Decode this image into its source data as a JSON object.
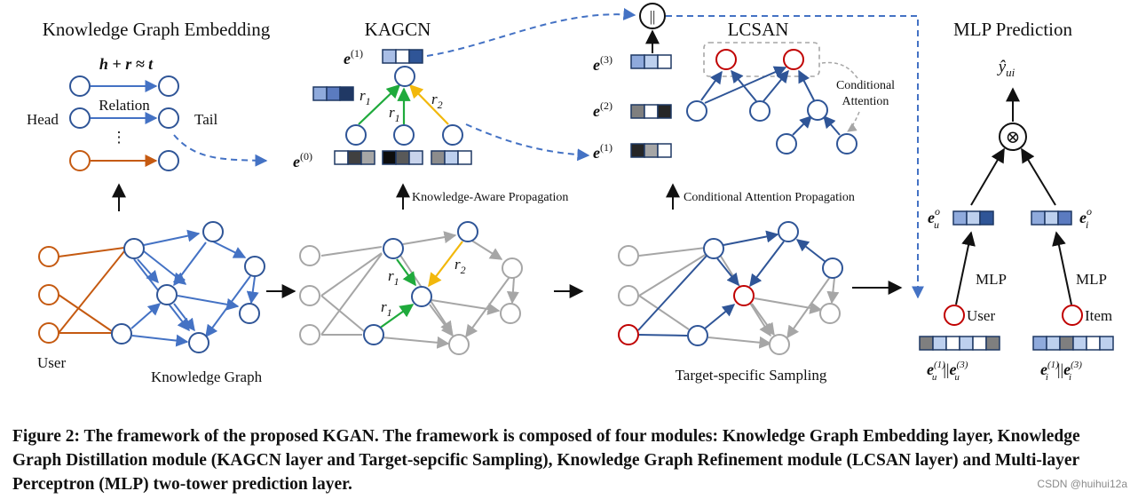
{
  "titles": {
    "kge": "Knowledge Graph Embedding",
    "kagcn": "KAGCN",
    "lcsan": "LCSAN",
    "mlp": "MLP Prediction"
  },
  "kge": {
    "formula": "h + r ≈ t",
    "relation": "Relation",
    "head": "Head",
    "tail": "Tail",
    "dots": "⋮"
  },
  "bottom": {
    "user": "User",
    "knowledge_graph": "Knowledge Graph",
    "knowledge_aware": "Knowledge-Aware Propagation",
    "conditional_attention_prop": "Conditional Attention Propagation",
    "target_sampling": "Target-specific Sampling"
  },
  "kagcn": {
    "e1_base": "e",
    "e1_sup": "(1)",
    "e0_base": "e",
    "e0_sup": "(0)",
    "r1": "r",
    "r1_sub": "1",
    "r2": "r",
    "r2_sub": "2"
  },
  "lcsan": {
    "concat": "||",
    "e3_base": "e",
    "e3_sup": "(3)",
    "e2_base": "e",
    "e2_sup": "(2)",
    "e1_base": "e",
    "e1_sup": "(1)",
    "cond_line1": "Conditional",
    "cond_line2": "Attention"
  },
  "mlp": {
    "yhat": "ŷ",
    "yhat_sub": "ui",
    "otimes": "⊗",
    "eu_base": "e",
    "eu_sub": "u",
    "eu_sup": "o",
    "ei_base": "e",
    "ei_sub": "i",
    "ei_sup": "o",
    "mlp_left": "MLP",
    "mlp_right": "MLP",
    "user": "User",
    "item": "Item",
    "concat_u": "e(1)u||e(3)u",
    "concat_i": "e(1)i||e(3)i"
  },
  "colors": {
    "blue": "#4472C4",
    "dark_blue": "#2F5597",
    "orange": "#C55A11",
    "green": "#1FAA3C",
    "yellow": "#F2B80C",
    "gray": "#A6A6A6",
    "red": "#C00000"
  },
  "caption": "Figure 2: The framework of the proposed KGAN. The framework is composed of four modules: Knowledge Graph Embedding layer, Knowledge Graph Distillation module (KAGCN layer and Target-sepcific Sampling), Knowledge Graph Refinement module (LCSAN layer) and Multi-layer Perceptron (MLP) two-tower prediction layer.",
  "watermark": "CSDN @huihui12a"
}
